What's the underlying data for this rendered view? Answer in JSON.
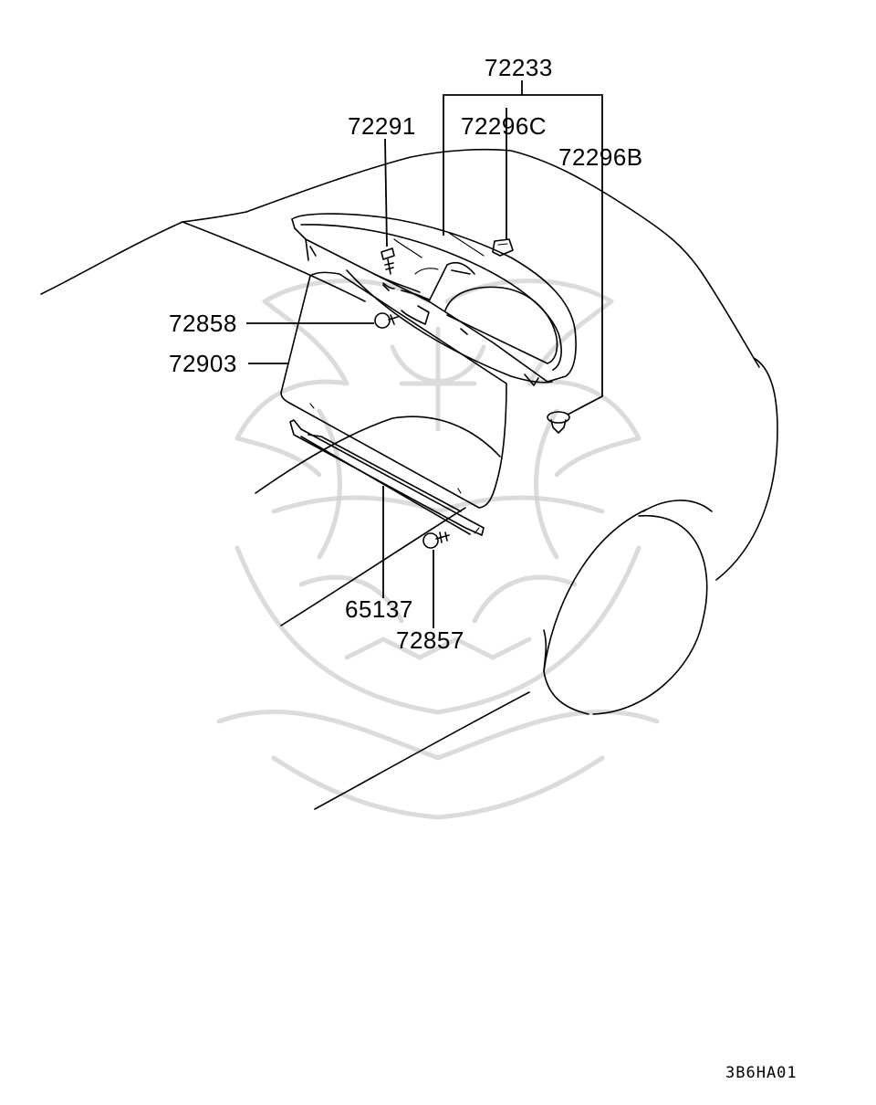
{
  "callouts": {
    "c72233": "72233",
    "c72291": "72291",
    "c72296C": "72296C",
    "c72296B": "72296B",
    "c72858": "72858",
    "c72903": "72903",
    "c65137": "65137",
    "c72857": "72857"
  },
  "diagram_code": "3B6HA01",
  "icons": {
    "watermark": "samurai-helmet-watermark-icon"
  }
}
